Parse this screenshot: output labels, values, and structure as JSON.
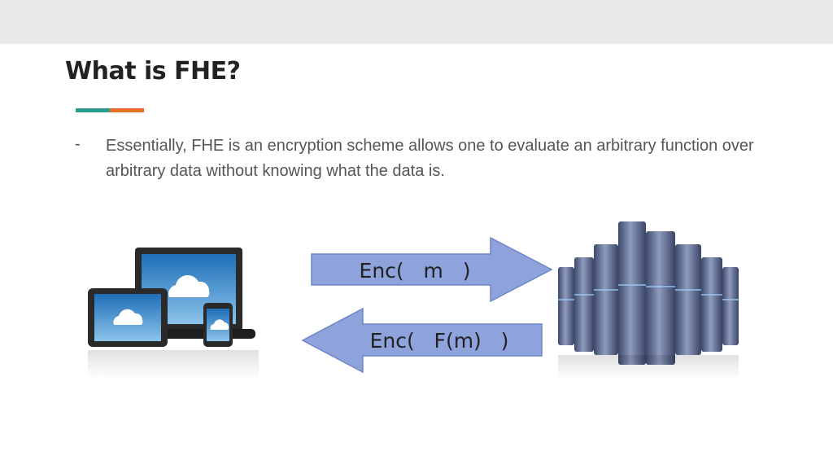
{
  "slide": {
    "title": "What is FHE?",
    "bullet_marker": "-",
    "bullet_text": "Essentially, FHE is an encryption scheme allows one to evaluate an arbitrary function over arbitrary data without knowing what the data is."
  },
  "diagram": {
    "arrow_right_label": "Enc(   m   )",
    "arrow_left_label": "Enc(   F(m)   )"
  },
  "colors": {
    "accent_teal": "#2a9d8f",
    "accent_orange": "#e76f2a",
    "arrow_fill": "#8ea3dc",
    "arrow_stroke": "#6f86c8",
    "server_blue": "#5a6b95"
  },
  "icons": {
    "client": "devices-icon",
    "server": "server-rack-icon",
    "cloud": "cloud-icon"
  }
}
